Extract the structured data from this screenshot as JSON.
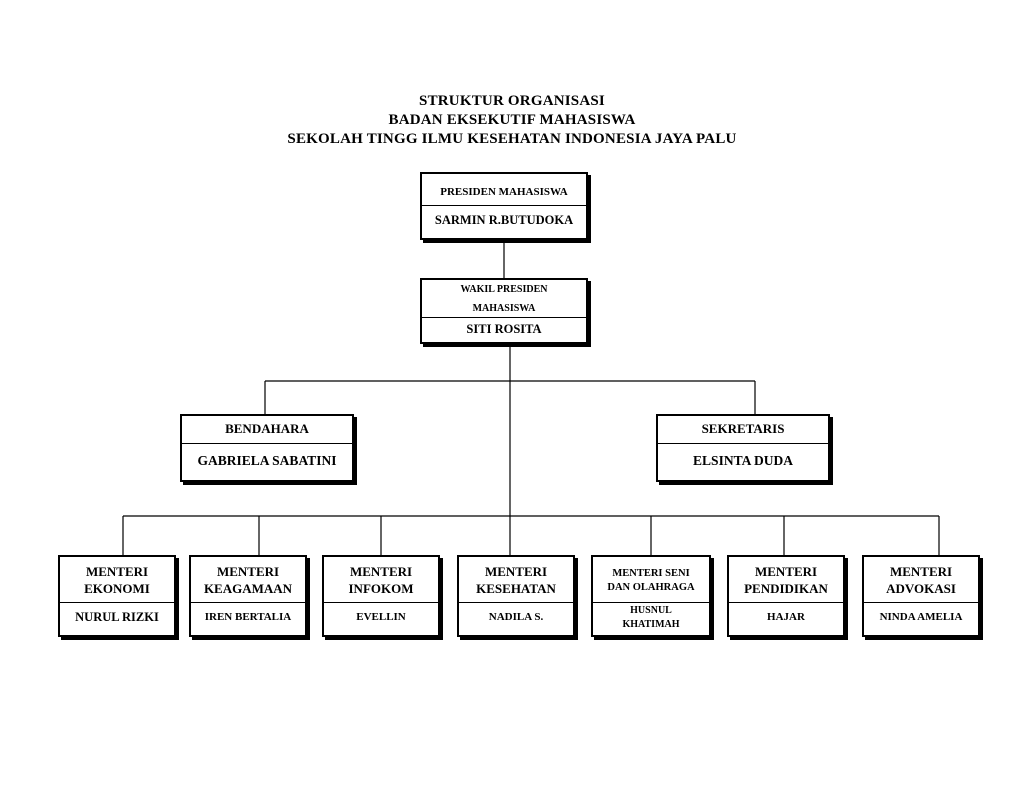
{
  "title": {
    "line1": "STRUKTUR ORGANISASI",
    "line2": "BADAN EKSEKUTIF MAHASISWA",
    "line3": "SEKOLAH TINGG ILMU KESEHATAN INDONESIA JAYA PALU"
  },
  "presiden": {
    "role": "PRESIDEN MAHASISWA",
    "name": "SARMIN R.BUTUDOKA"
  },
  "wakil": {
    "role_line1": "WAKIL PRESIDEN",
    "role_line2": "MAHASISWA",
    "name": "SITI ROSITA"
  },
  "bendahara": {
    "role": "BENDAHARA",
    "name": "GABRIELA SABATINI"
  },
  "sekretaris": {
    "role": "SEKRETARIS",
    "name": "ELSINTA DUDA"
  },
  "menteri": [
    {
      "role_line1": "MENTERI",
      "role_line2": "EKONOMI",
      "name": "NURUL RIZKI"
    },
    {
      "role_line1": "MENTERI",
      "role_line2": "KEAGAMAAN",
      "name": "IREN BERTALIA"
    },
    {
      "role_line1": "MENTERI",
      "role_line2": "INFOKOM",
      "name": "EVELLIN"
    },
    {
      "role_line1": "MENTERI",
      "role_line2": "KESEHATAN",
      "name": "NADILA S."
    },
    {
      "role_line1": "MENTERI SENI",
      "role_line2": "DAN OLAHRAGA",
      "name_line1": "HUSNUL",
      "name_line2": "KHATIMAH"
    },
    {
      "role_line1": "MENTERI",
      "role_line2": "PENDIDIKAN",
      "name": "HAJAR"
    },
    {
      "role_line1": "MENTERI",
      "role_line2": "ADVOKASI",
      "name": "NINDA AMELIA"
    }
  ]
}
